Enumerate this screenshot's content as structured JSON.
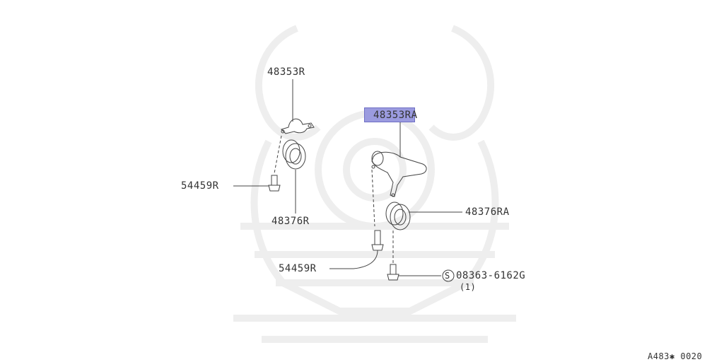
{
  "diagram": {
    "highlight_color": "#9b9bdf",
    "line_color": "#444444",
    "watermark_color": "#efefef",
    "watermark_icon": "samurai-helmet-watermark",
    "parts": {
      "strap_left": "48353R",
      "strap_right_prefix": "48353",
      "strap_right_suffix": "RA",
      "bushing_left": "48376R",
      "bushing_right": "48376RA",
      "bolt_left": "54459R",
      "bolt_center": "54459R",
      "screw_symbol": "S",
      "screw": "08363-6162G",
      "screw_qty": "(1)"
    },
    "ref_code": "A483✱ 0020"
  }
}
